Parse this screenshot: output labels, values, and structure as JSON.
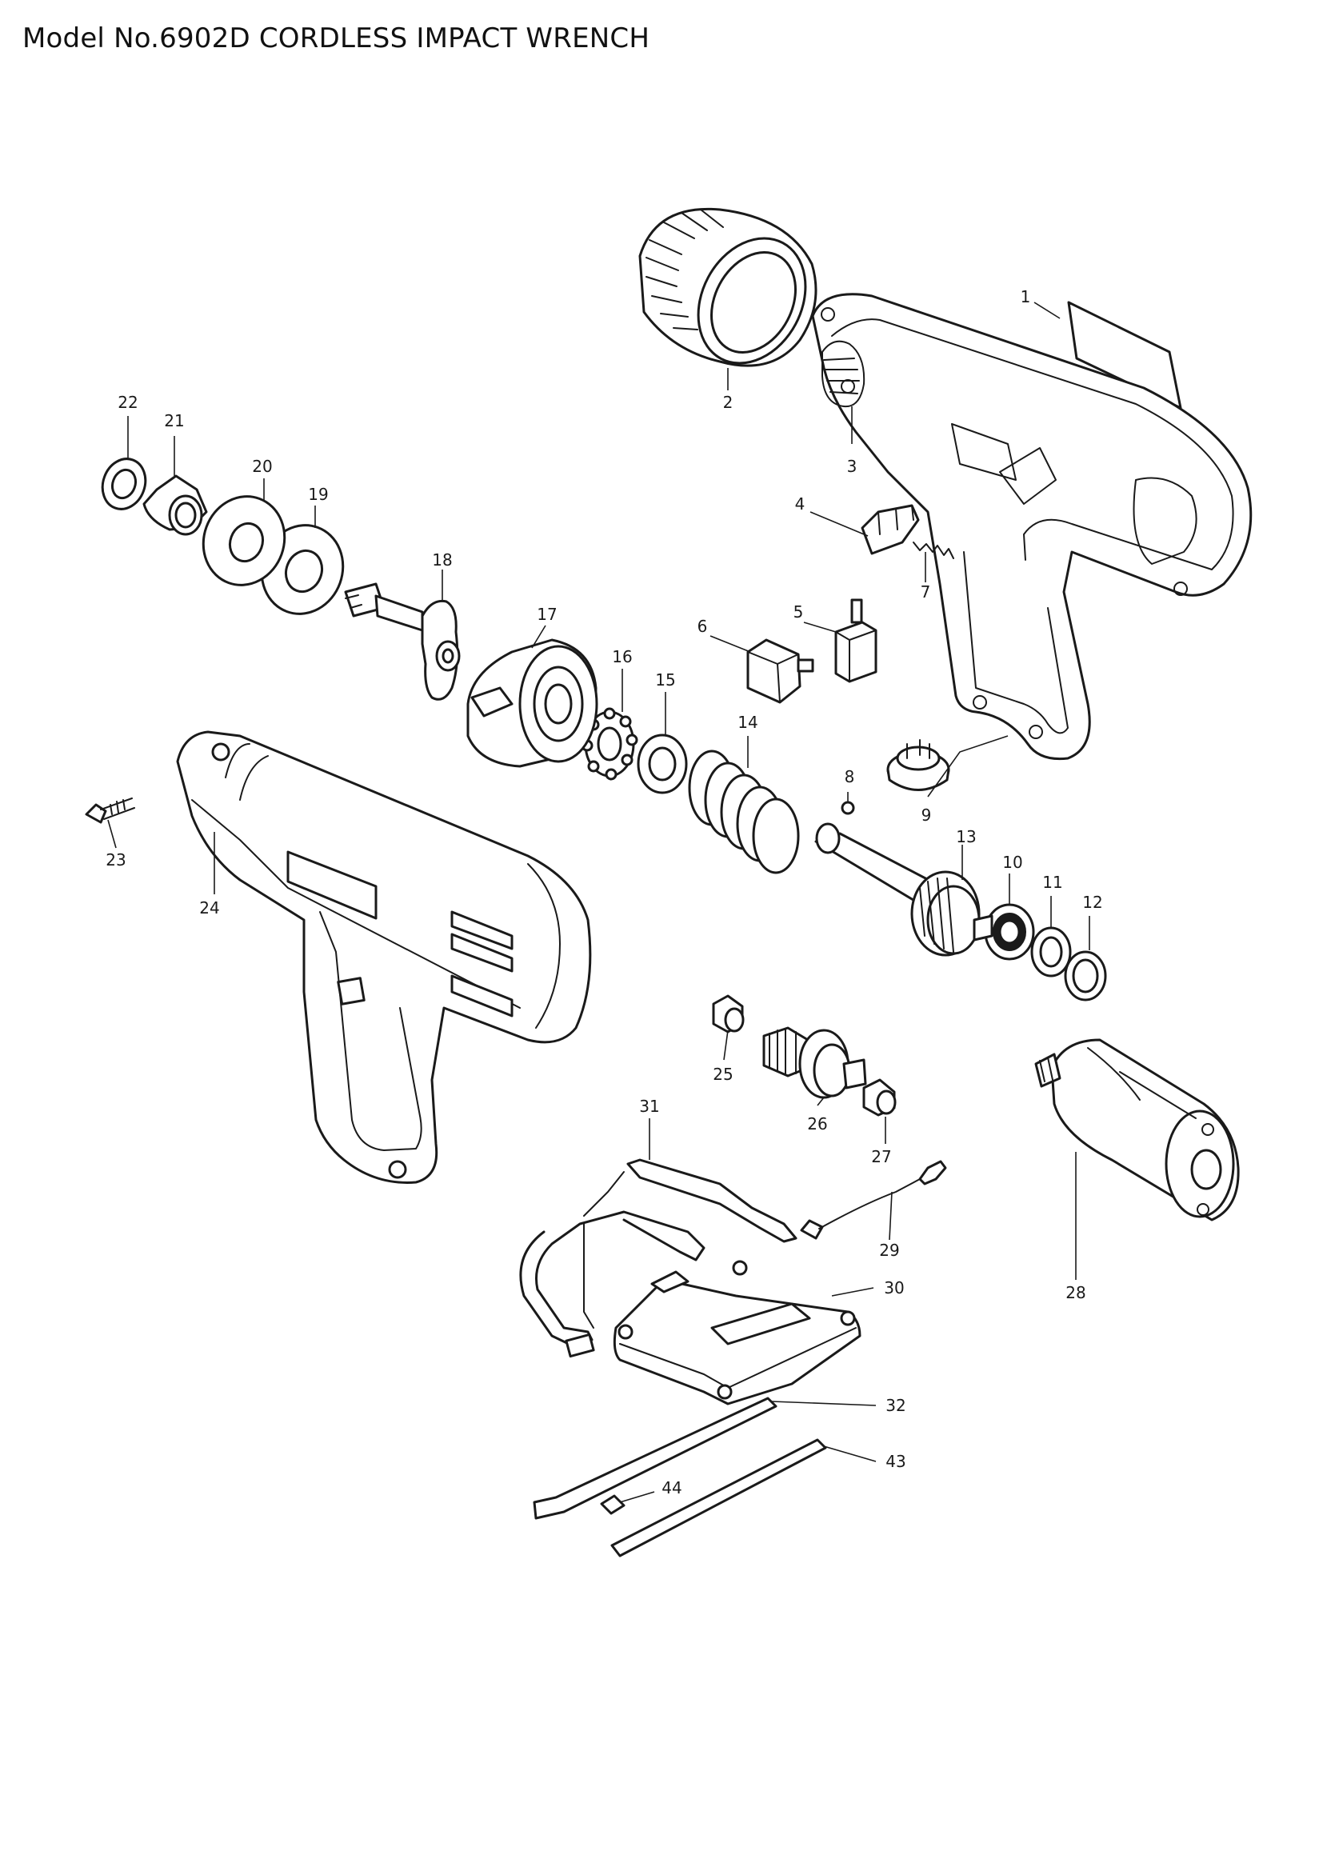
{
  "title": "Model No.6902D CORDLESS IMPACT WRENCH",
  "parts": [
    {
      "id": "1",
      "label": "1"
    },
    {
      "id": "2",
      "label": "2"
    },
    {
      "id": "3",
      "label": "3"
    },
    {
      "id": "4",
      "label": "4"
    },
    {
      "id": "5",
      "label": "5"
    },
    {
      "id": "6",
      "label": "6"
    },
    {
      "id": "7",
      "label": "7"
    },
    {
      "id": "8",
      "label": "8"
    },
    {
      "id": "9",
      "label": "9"
    },
    {
      "id": "10",
      "label": "10"
    },
    {
      "id": "11",
      "label": "11"
    },
    {
      "id": "12",
      "label": "12"
    },
    {
      "id": "13",
      "label": "13"
    },
    {
      "id": "14",
      "label": "14"
    },
    {
      "id": "15",
      "label": "15"
    },
    {
      "id": "16",
      "label": "16"
    },
    {
      "id": "17",
      "label": "17"
    },
    {
      "id": "18",
      "label": "18"
    },
    {
      "id": "19",
      "label": "19"
    },
    {
      "id": "20",
      "label": "20"
    },
    {
      "id": "21",
      "label": "21"
    },
    {
      "id": "22",
      "label": "22"
    },
    {
      "id": "23",
      "label": "23"
    },
    {
      "id": "24",
      "label": "24"
    },
    {
      "id": "25",
      "label": "25"
    },
    {
      "id": "26",
      "label": "26"
    },
    {
      "id": "27",
      "label": "27"
    },
    {
      "id": "28",
      "label": "28"
    },
    {
      "id": "29",
      "label": "29"
    },
    {
      "id": "30",
      "label": "30"
    },
    {
      "id": "31",
      "label": "31"
    },
    {
      "id": "32",
      "label": "32"
    },
    {
      "id": "43",
      "label": "43"
    },
    {
      "id": "44",
      "label": "44"
    }
  ]
}
